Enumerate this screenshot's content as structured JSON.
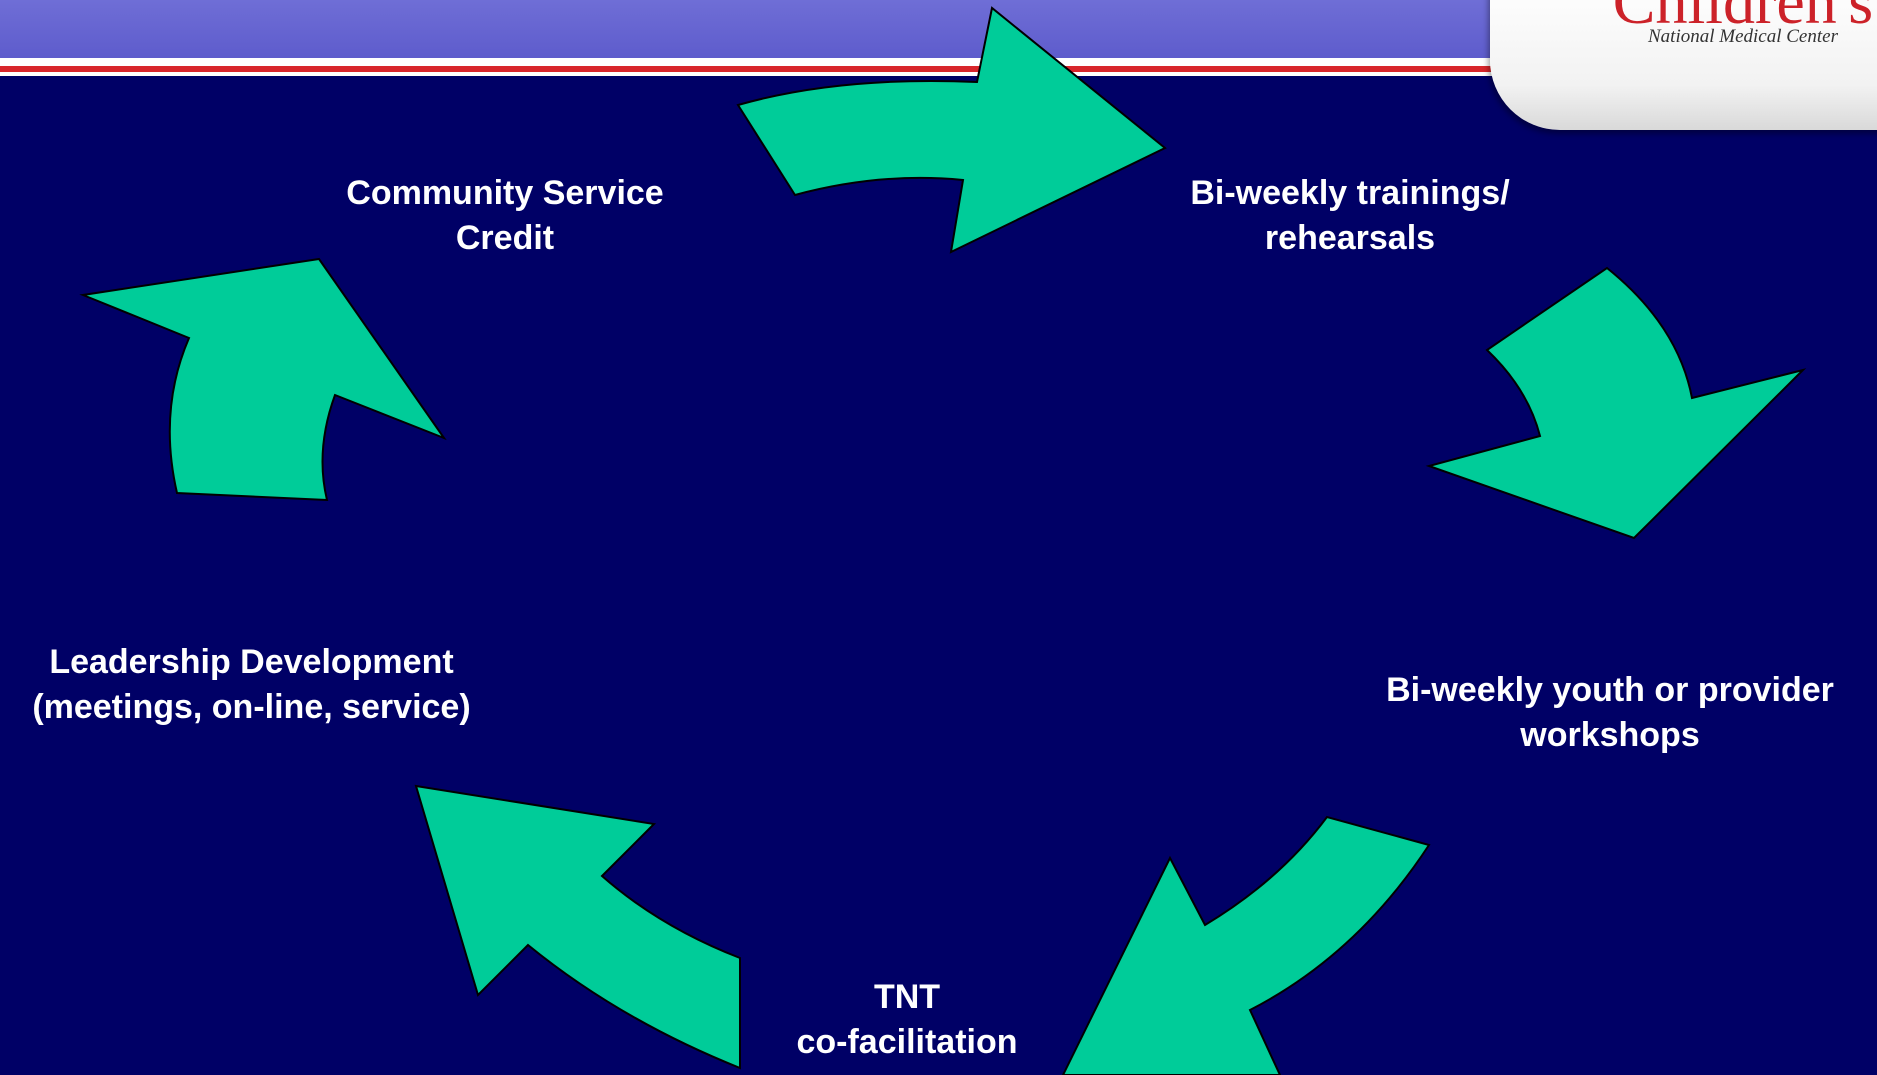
{
  "logo": {
    "title": "Children's",
    "subtitle": "National Medical Center"
  },
  "colors": {
    "background": "#000066",
    "header": "#6664cc",
    "arrow_fill": "#00cc99",
    "stripe_red": "#d8262b",
    "logo_red": "#cc2229"
  },
  "cycle": {
    "steps": [
      {
        "id": "community",
        "line1": "Community Service",
        "line2": "Credit"
      },
      {
        "id": "trainings",
        "line1": "Bi-weekly trainings/",
        "line2": "rehearsals"
      },
      {
        "id": "workshops",
        "line1": "Bi-weekly youth or provider",
        "line2": "workshops"
      },
      {
        "id": "tnt",
        "line1": "TNT",
        "line2": "co-facilitation"
      },
      {
        "id": "leadership",
        "line1": "Leadership Development",
        "line2": "(meetings, on-line, service)"
      }
    ],
    "arrow_count": 5,
    "arrow_icon": "curved-arrow-icon"
  }
}
